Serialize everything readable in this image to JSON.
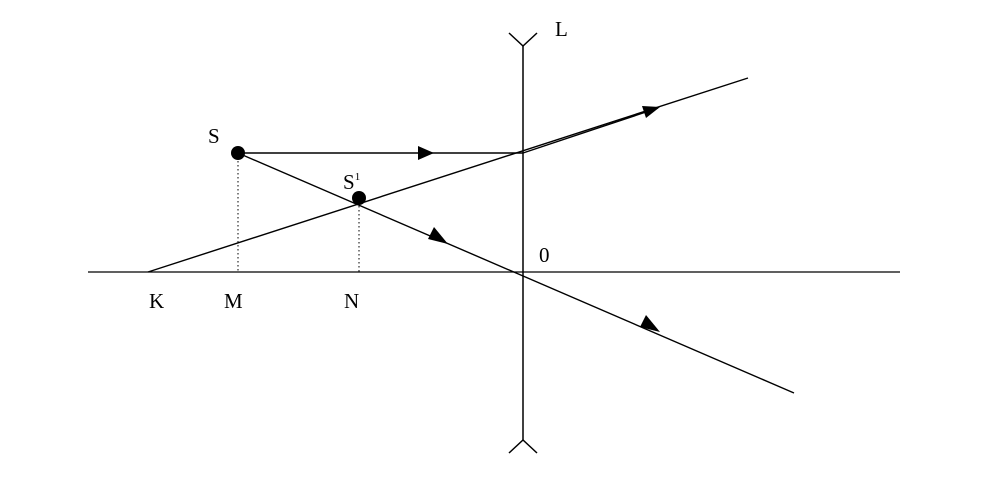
{
  "labels": {
    "lens": "L",
    "source": "S",
    "image_main": "S",
    "image_sup": "1",
    "origin": "0",
    "point_k": "K",
    "point_m": "M",
    "point_n": "N"
  },
  "colors": {
    "ink": "#000000",
    "background": "#ffffff"
  }
}
